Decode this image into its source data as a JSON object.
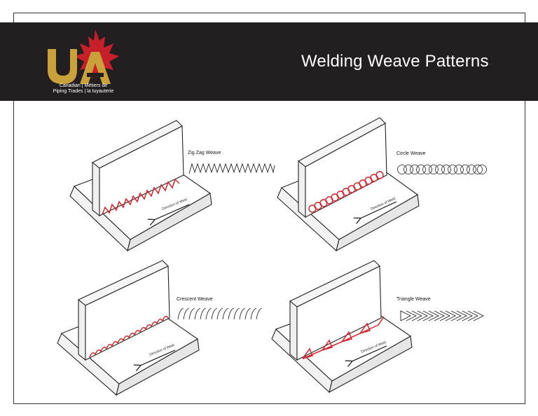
{
  "header": {
    "title": "Welding Weave Patterns",
    "logo": {
      "initials": "UA",
      "line1": "Canadian | Métiers de",
      "line2": "Piping Trades | la tuyauterie"
    }
  },
  "colors": {
    "header_bg": "#231f20",
    "weld_red": "#d7232b",
    "logo_gold": "#c9a13b",
    "maple_red": "#c8202a"
  },
  "panels": [
    {
      "pattern": "Zig Zag Weave",
      "direction_label": "Direction of Weld",
      "icon": "zigzag-weave-icon"
    },
    {
      "pattern": "Circle Weave",
      "direction_label": "Direction of Weld",
      "icon": "circle-weave-icon"
    },
    {
      "pattern": "Crescent Weave",
      "direction_label": "Direction of Weld",
      "icon": "crescent-weave-icon"
    },
    {
      "pattern": "Triangle Weave",
      "direction_label": "Direction of Weld",
      "icon": "triangle-weave-icon"
    }
  ]
}
